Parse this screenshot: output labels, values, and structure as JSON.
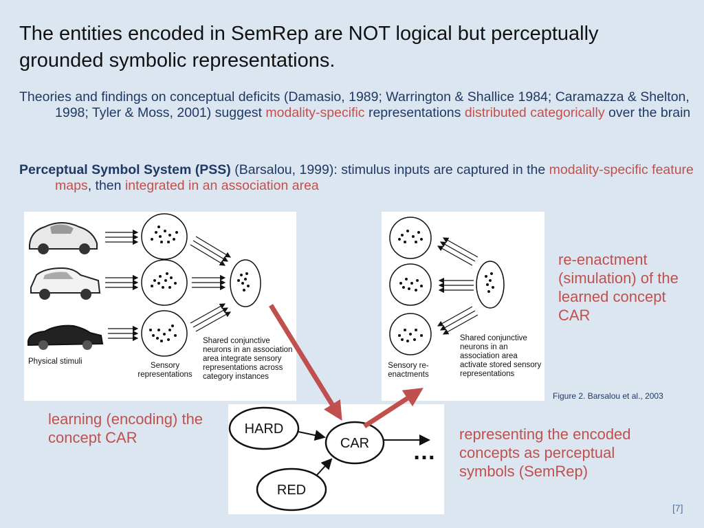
{
  "title": "The entities encoded in SemRep are NOT logical but perceptually grounded symbolic representations.",
  "para1": {
    "text_a": "Theories and findings on conceptual deficits (Damasio, 1989; Warrington & Shallice 1984; Caramazza & Shelton, 1998; Tyler & Moss, 2001) suggest ",
    "red_a": "modality-specific",
    "text_b": " representations ",
    "red_b": "distributed categorically",
    "text_c": " over the brain"
  },
  "para2": {
    "bold": "Perceptual Symbol System (PSS)",
    "text_a": " (Barsalou, 1999): stimulus inputs are captured in the ",
    "red_a": "modality-specific feature maps",
    "text_b": ", then ",
    "red_b": "integrated in an association area"
  },
  "left_figure": {
    "physical_label": "Physical stimuli",
    "sensory_label": "Sensory representations",
    "shared_label": "Shared conjunctive neurons in an association area integrate sensory representations across category instances"
  },
  "right_figure": {
    "sensory_label": "Sensory re-enactments",
    "shared_label": "Shared conjunctive neurons in an association area activate stored sensory representations"
  },
  "graph": {
    "nodes": [
      "HARD",
      "CAR",
      "RED"
    ],
    "ellipsis": "…"
  },
  "labels": {
    "learning": "learning (encoding) the concept CAR",
    "reenactment": "re-enactment (simulation) of the learned concept CAR",
    "representing": "representing the encoded concepts as perceptual symbols (SemRep)",
    "figure_caption": "Figure 2. Barsalou et al., 2003",
    "slide_ref": "[7]"
  },
  "colors": {
    "background": "#dce6f1",
    "body_text": "#1f3864",
    "accent_red": "#c0504d"
  }
}
